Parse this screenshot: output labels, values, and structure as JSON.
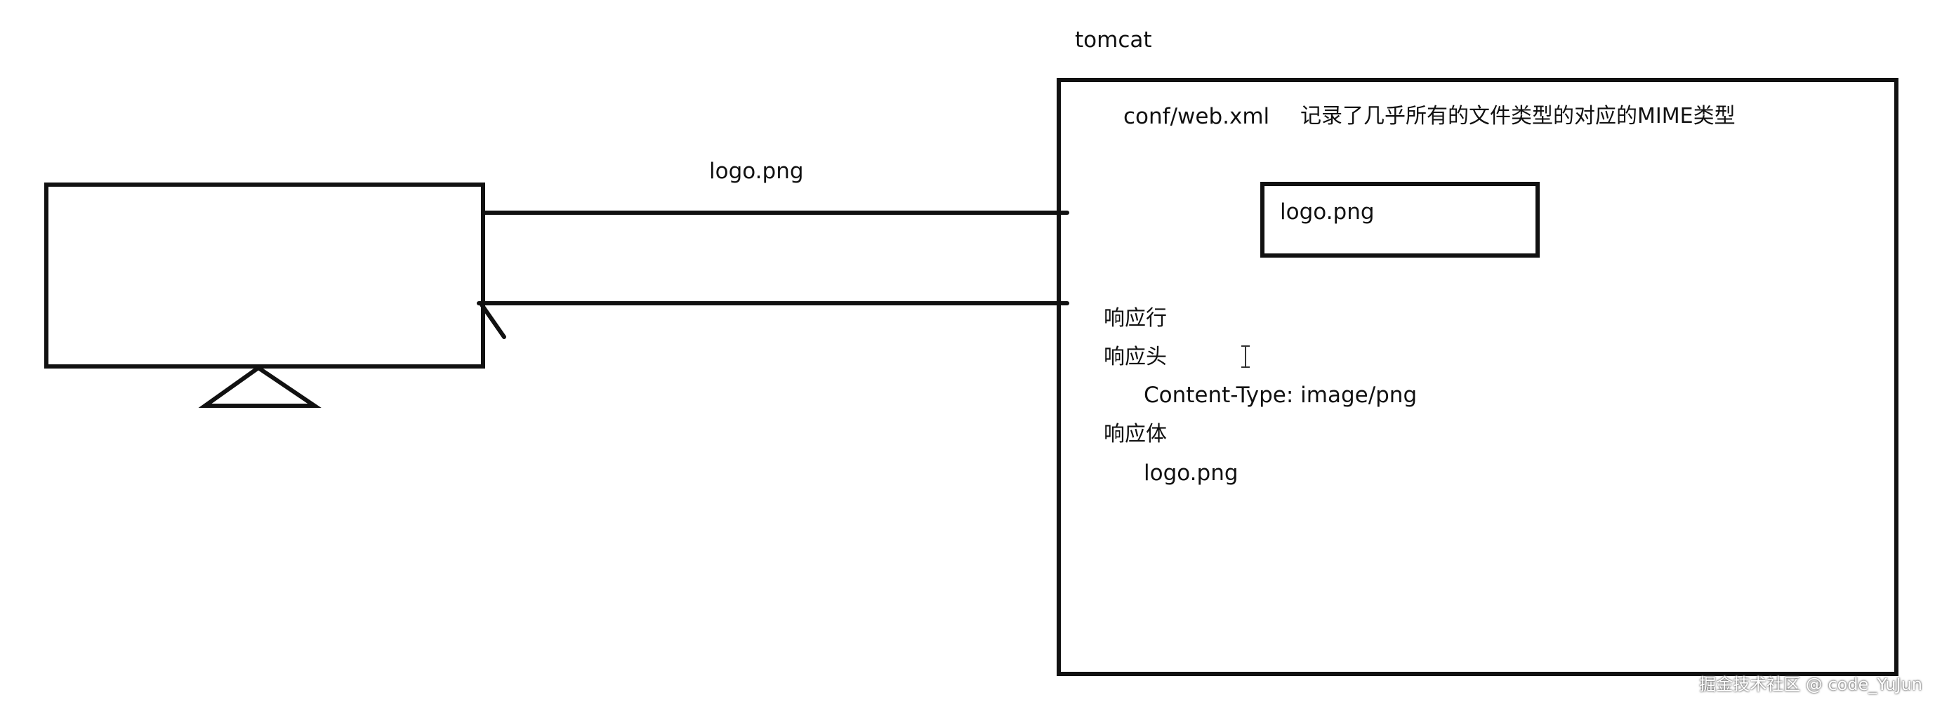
{
  "labels": {
    "server_name": "tomcat",
    "config_file": "conf/web.xml",
    "config_note": "记录了几乎所有的文件类型的对应的MIME类型",
    "request_resource": "logo.png",
    "resource_box": "logo.png",
    "response_line": "响应行",
    "response_header": "响应头",
    "content_type": "Content-Type: image/png",
    "response_body": "响应体",
    "body_content": "logo.png"
  },
  "watermark": "掘金技术社区 @ code_YuJun",
  "colors": {
    "stroke": "#111111",
    "background": "#ffffff"
  }
}
